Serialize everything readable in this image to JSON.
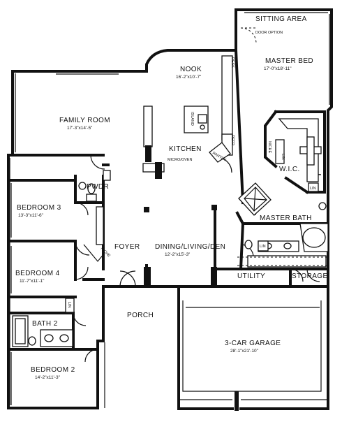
{
  "rooms": {
    "sitting_area": {
      "name": "SITTING AREA"
    },
    "door_option": {
      "name": "DOOR OPTION"
    },
    "master_bed": {
      "name": "MASTER BED",
      "dims": "17'-0\"x18'-11\""
    },
    "nook": {
      "name": "NOOK",
      "dims": "16'-2\"x10'-7\""
    },
    "family_room": {
      "name": "FAMILY ROOM",
      "dims": "17'-3\"x14'-5\""
    },
    "kitchen": {
      "name": "KITCHEN"
    },
    "wic": {
      "name": "W.I.C."
    },
    "pwdr": {
      "name": "PWDR"
    },
    "bedroom3": {
      "name": "BEDROOM 3",
      "dims": "13'-3\"x11'-6\""
    },
    "master_bath": {
      "name": "MASTER BATH"
    },
    "foyer": {
      "name": "FOYER"
    },
    "dining": {
      "name": "DINING/LIVING/DEN",
      "dims": "12'-2\"x15'-3\""
    },
    "bedroom4": {
      "name": "BEDROOM 4",
      "dims": "11'-7\"x11'-1\""
    },
    "utility": {
      "name": "UTILITY"
    },
    "storage": {
      "name": "STORAGE"
    },
    "bath2": {
      "name": "BATH 2"
    },
    "porch": {
      "name": "PORCH"
    },
    "garage": {
      "name": "3-CAR GARAGE",
      "dims": "28'-1\"x21'-10\""
    },
    "bedroom2": {
      "name": "BEDROOM 2",
      "dims": "14'-2\"x11'-3\""
    }
  },
  "fixtures": {
    "desk": "DESK",
    "island": "ISLAND",
    "refr": "REFR",
    "micro_oven": "MICRO/OVEN",
    "pantry": "PANTRY",
    "niche_wic": "NICHE",
    "niche_foyer": "NICHE",
    "lin_wic": "LIN",
    "lin_wic2": "LIN",
    "lin_bath": "LIN",
    "lin_hall": "LIN"
  }
}
